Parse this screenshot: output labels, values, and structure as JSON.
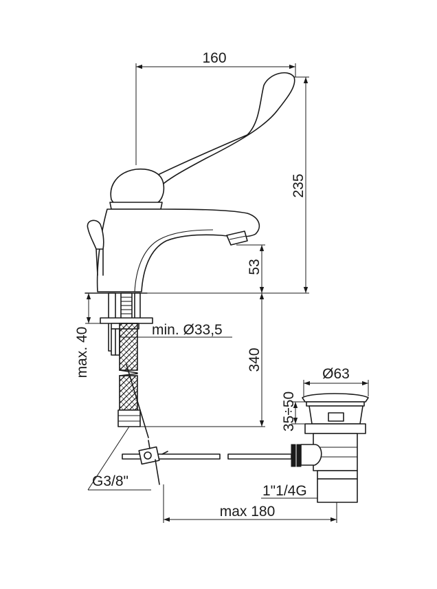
{
  "dimensions": {
    "width_160": "160",
    "height_235": "235",
    "spout_53": "53",
    "hose_340": "340",
    "max_40": "max. 40",
    "min_hole": "min. Ø33,5",
    "waste_63": "Ø63",
    "waste_35_50": "35÷50",
    "thread_g38": "G3/8\"",
    "thread_1_1_4": "1\"1/4G",
    "max_180": "max 180"
  }
}
